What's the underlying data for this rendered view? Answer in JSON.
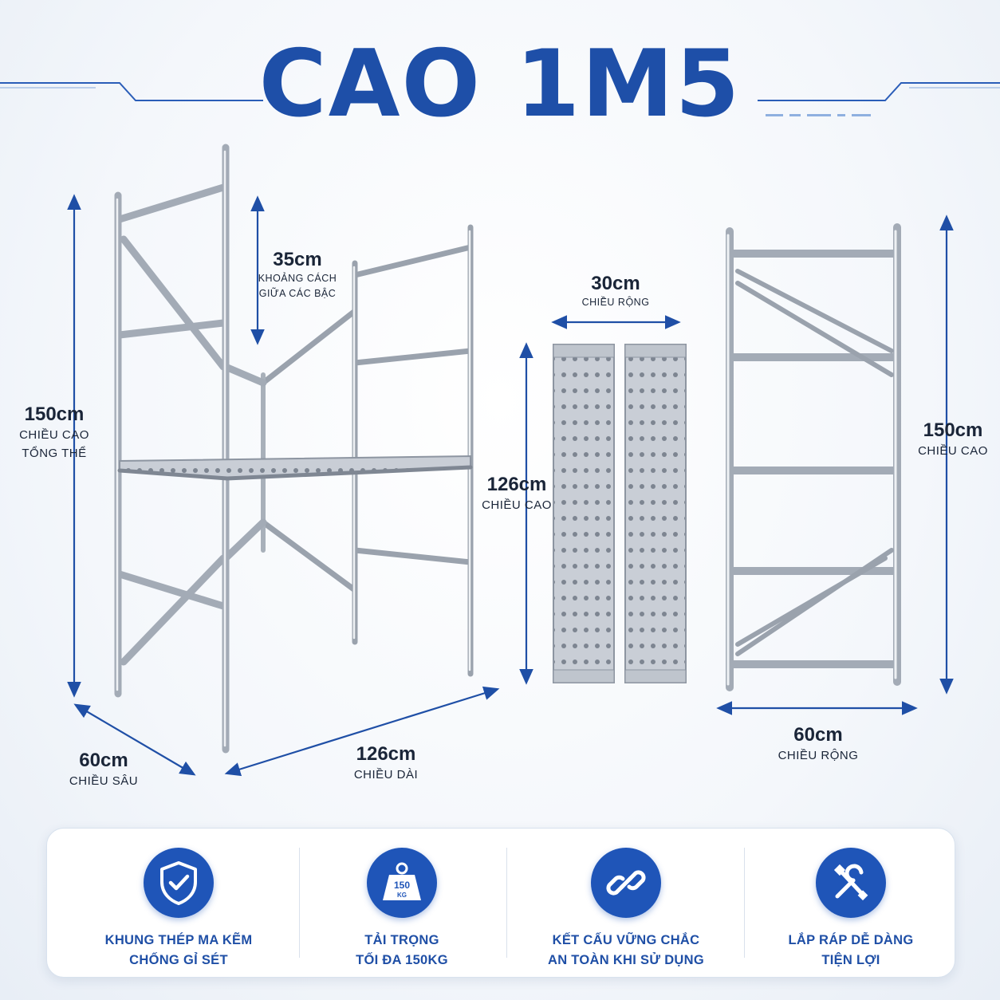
{
  "title": "CAO 1M5",
  "dimensions": {
    "step_spacing": {
      "value": "35cm",
      "label_line1": "KHOẢNG CÁCH",
      "label_line2": "GIỮA CÁC BẬC"
    },
    "total_height": {
      "value": "150cm",
      "label_line1": "CHIỀU CAO",
      "label_line2": "TỔNG THỂ"
    },
    "depth": {
      "value": "60cm",
      "label": "CHIỀU SÂU"
    },
    "length": {
      "value": "126cm",
      "label": "CHIỀU DÀI"
    },
    "plank_width": {
      "value": "30cm",
      "label": "CHIỀU RỘNG"
    },
    "plank_height": {
      "value": "126cm",
      "label": "CHIỀU CAO"
    },
    "frame_height": {
      "value": "150cm",
      "label": "CHIỀU CAO"
    },
    "frame_width": {
      "value": "60cm",
      "label": "CHIỀU RỘNG"
    }
  },
  "plank_badge": {
    "value": "150",
    "unit": "KG"
  },
  "features": [
    {
      "icon": "shield-check-icon",
      "line1": "KHUNG THÉP MA KẼM",
      "line2": "CHỐNG GỈ SÉT"
    },
    {
      "icon": "weight-150kg-icon",
      "line1": "TẢI TRỌNG",
      "line2": "TỐI ĐA 150KG"
    },
    {
      "icon": "chain-link-icon",
      "line1": "KẾT CẤU VỮNG CHẮC",
      "line2": "AN TOÀN KHI SỬ DỤNG"
    },
    {
      "icon": "wrench-screwdriver-icon",
      "line1": "LẮP RÁP DỄ DÀNG",
      "line2": "TIỆN LỢI"
    }
  ],
  "colors": {
    "brand_blue": "#1f55b8",
    "text_dark": "#1a2538",
    "steel": "#b8c0ca"
  }
}
